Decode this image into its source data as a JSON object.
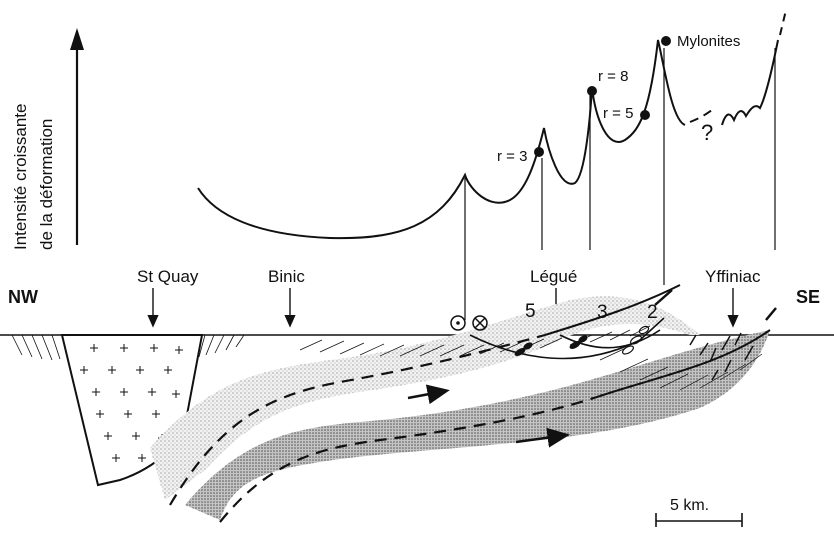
{
  "axis": {
    "label_line1": "Intensité croissante",
    "label_line2": "de la déformation"
  },
  "orientation": {
    "left": "NW",
    "right": "SE"
  },
  "localities": {
    "st_quay": "St Quay",
    "binic": "Binic",
    "legue": "Légué",
    "yffiniac": "Yffiniac"
  },
  "deformation_points": {
    "r3": "r = 3",
    "r8": "r = 8",
    "r5": "r = 5",
    "mylonites": "Mylonites",
    "unknown": "?"
  },
  "zones": {
    "z5": "5",
    "z3": "3",
    "z2": "2"
  },
  "scale": {
    "label": "5 km."
  },
  "colors": {
    "ink": "#111111",
    "stipple_light": "#e6e6e6",
    "stipple_dark": "#b9b9b9"
  }
}
